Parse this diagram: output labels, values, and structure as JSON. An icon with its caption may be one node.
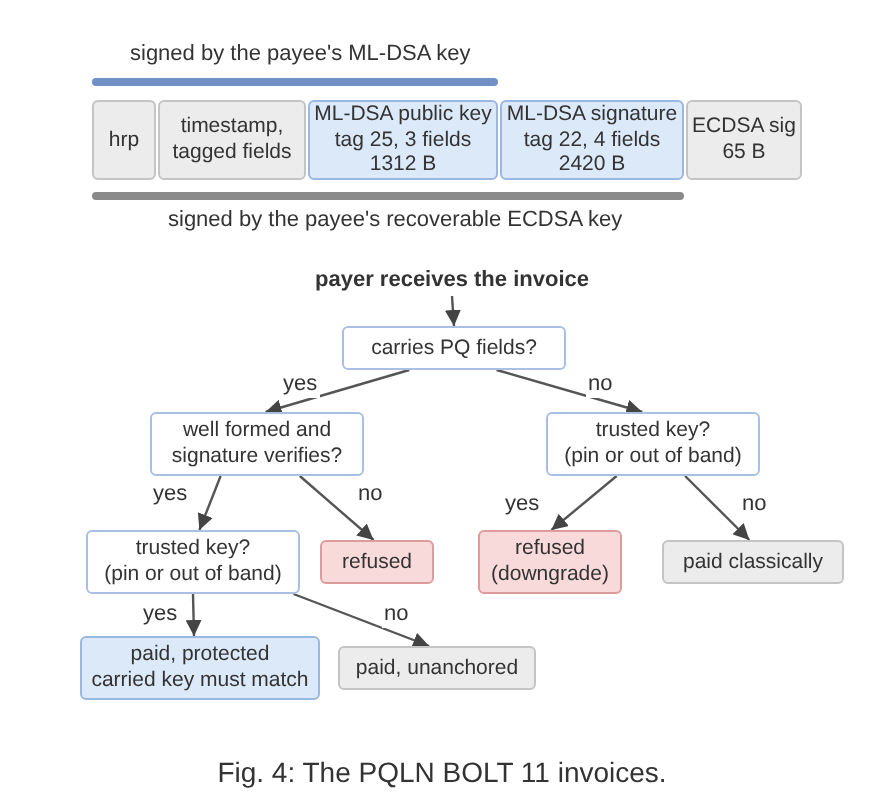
{
  "diagram": {
    "caption": "Fig. 4: The PQLN BOLT 11 invoices.",
    "nodes": [
      {
        "text": [
          "hrp"
        ]
      },
      {
        "text": [
          "timestamp, tagged fields"
        ]
      },
      {
        "text": [
          "ML-DSA public key",
          "tag 25, 3 fields",
          "1312 B"
        ]
      },
      {
        "text": [
          "ML-DSA signature",
          "tag 22, 4 fields",
          "2420 B"
        ]
      },
      {
        "text": [
          "ECDSA sig",
          "65 B"
        ]
      },
      {
        "text": [
          "payer receives the invoice"
        ]
      },
      {
        "text": [
          "carries PQ fields?"
        ]
      },
      {
        "text": [
          "well formed and signature verifies?"
        ]
      },
      {
        "text": [
          "trusted key?",
          "(pin or out of band)"
        ]
      },
      {
        "text": [
          "trusted key?",
          "(pin or out of band)"
        ]
      },
      {
        "text": [
          "refused"
        ]
      },
      {
        "text": [
          "refused (downgrade)"
        ]
      },
      {
        "text": [
          "paid classically"
        ]
      },
      {
        "text": [
          "paid, protected",
          "carried key must match"
        ]
      },
      {
        "text": [
          "paid, unanchored"
        ]
      }
    ],
    "edges": [
      {
        "from": 5,
        "to": 6,
        "arrow": "to"
      },
      {
        "from": 6,
        "to": 7,
        "arrow": "to",
        "label": "yes"
      },
      {
        "from": 6,
        "to": 8,
        "arrow": "to",
        "label": "no"
      },
      {
        "from": 7,
        "to": 9,
        "arrow": "to",
        "label": "yes"
      },
      {
        "from": 7,
        "to": 10,
        "arrow": "to",
        "label": "no"
      },
      {
        "from": 8,
        "to": 11,
        "arrow": "to",
        "label": "yes"
      },
      {
        "from": 8,
        "to": 12,
        "arrow": "to",
        "label": "no"
      },
      {
        "from": 9,
        "to": 13,
        "arrow": "to",
        "label": "yes"
      },
      {
        "from": 9,
        "to": 14,
        "arrow": "to",
        "label": "no"
      }
    ],
    "labels": [
      "signed by the payee's ML-DSA key",
      "signed by the payee's recoverable ECDSA key"
    ]
  }
}
